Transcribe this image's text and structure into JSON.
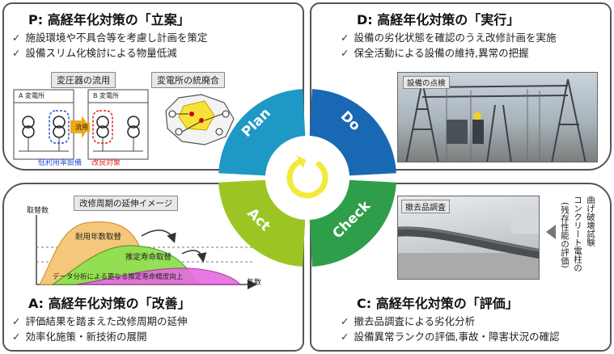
{
  "plan": {
    "title": "P: 高経年化対策の「立案」",
    "bullets": [
      "施設環境や不具合等を考慮し計画を策定",
      "設備スリム化検討による物量低減"
    ],
    "fig_left_title": "変圧器の流用",
    "fig_right_title": "変電所の統廃合",
    "station_a": "A 変電所",
    "station_b": "B 変電所",
    "flow_label": "流用",
    "low_util_label": "低利用率設備",
    "target_label": "改良対象"
  },
  "do": {
    "title": "D: 高経年化対策の「実行」",
    "bullets": [
      "設備の劣化状態を確認のうえ改修計画を実施",
      "保全活動による設備の維持,異常の把握"
    ],
    "photo_label": "設備の点検"
  },
  "act": {
    "title": "A: 高経年化対策の「改善」",
    "bullets": [
      "評価結果を踏まえた改修周期の延伸",
      "効率化施策・新技術の展開"
    ],
    "chart_title": "改修周期の延伸イメージ",
    "ylabel": "取替数",
    "xlabel": "年数",
    "area1_label": "耐用年数取替",
    "area2_label": "推定寿命取替",
    "area3_label": "データ分析による更なる推定寿命精度向上"
  },
  "check": {
    "title": "C: 高経年化対策の「評価」",
    "bullets": [
      "撤去品調査による劣化分析",
      "設備異常ランクの評価,事故・障害状況の確認"
    ],
    "photo_label": "撤去品調査",
    "side_note": [
      "(残存性能の評価)",
      "コンクリート電柱の",
      "曲げ破壊試験"
    ]
  },
  "cycle": {
    "plan": "Plan",
    "do": "Do",
    "check": "Check",
    "act": "Act"
  },
  "colors": {
    "plan": "#1e98c4",
    "do": "#1868b4",
    "check": "#2e9e4a",
    "act": "#9cc523",
    "center_arrow": "#f2ea3a",
    "area1": "#f5c77a",
    "area2": "#8ee04f",
    "area3": "#e66be0"
  }
}
